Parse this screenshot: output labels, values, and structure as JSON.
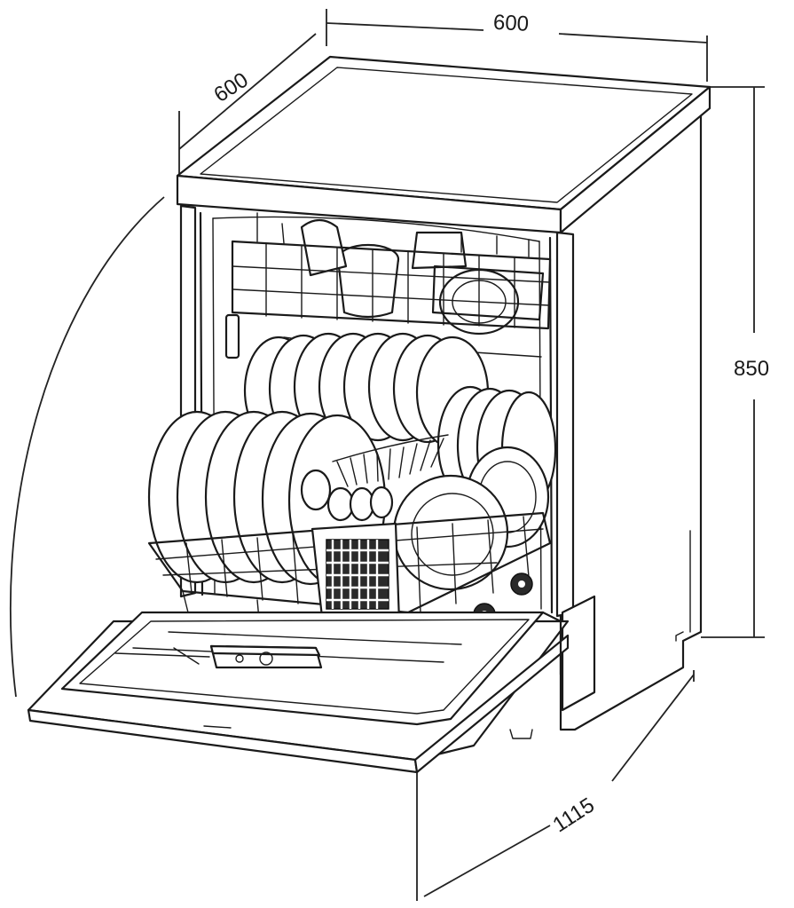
{
  "diagram": {
    "subject": "dishwasher-with-open-door",
    "dimensions": {
      "width_label": "600",
      "depth_label": "600",
      "height_label": "850",
      "open_depth_label": "1115"
    },
    "colors": {
      "line": "#1a1a1a",
      "background": "#ffffff"
    }
  }
}
